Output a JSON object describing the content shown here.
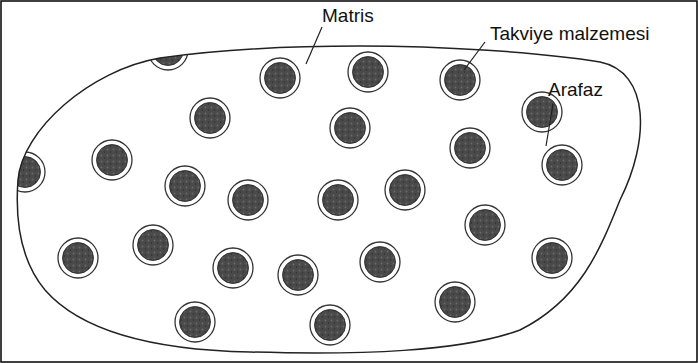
{
  "diagram": {
    "labels": [
      "Matris",
      "Takviye malzemesi",
      "Arafaz"
    ]
  }
}
